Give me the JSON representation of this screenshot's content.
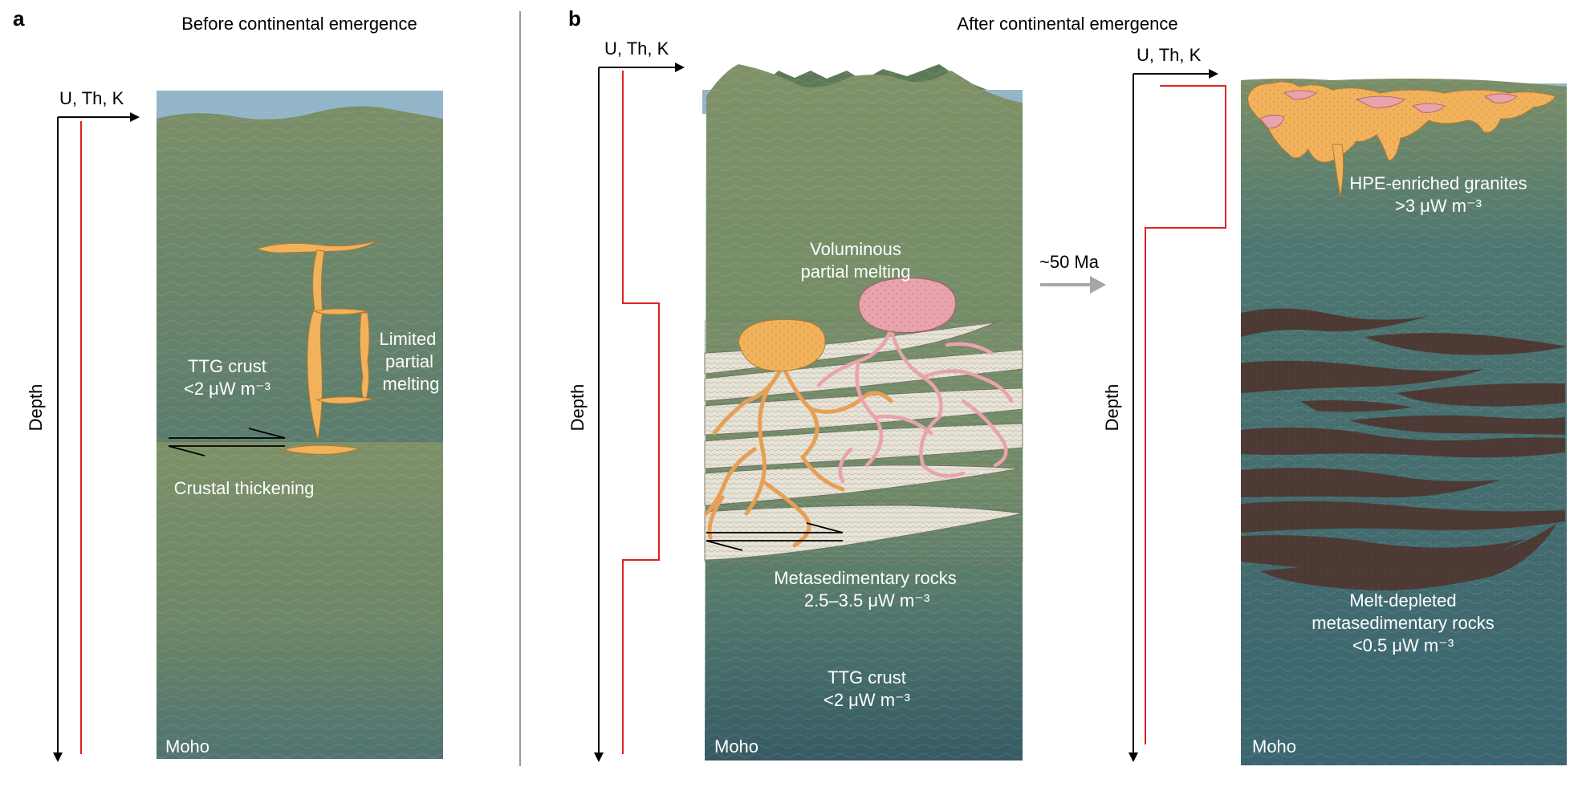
{
  "panel_a": {
    "letter": "a",
    "title": "Before continental emergence",
    "axis_x_label": "U, Th, K",
    "axis_y_label": "Depth",
    "labels": {
      "ttg_line1": "TTG crust",
      "ttg_line2": "<2 μW m⁻³",
      "limited1": "Limited",
      "limited2": "partial",
      "limited3": "melting",
      "thickening": "Crustal thickening",
      "moho": "Moho"
    }
  },
  "panel_b": {
    "letter": "b",
    "title": "After continental emergence",
    "left": {
      "axis_x_label": "U, Th, K",
      "axis_y_label": "Depth",
      "labels": {
        "voluminous1": "Voluminous",
        "voluminous2": "partial melting",
        "meta1": "Metasedimentary rocks",
        "meta2": "2.5–3.5 μW m⁻³",
        "ttg1": "TTG crust",
        "ttg2": "<2 μW m⁻³",
        "moho": "Moho"
      }
    },
    "arrow_label": "~50 Ma",
    "right": {
      "axis_x_label": "U, Th, K",
      "axis_y_label": "Depth",
      "labels": {
        "hpe1": "HPE-enriched granites",
        "hpe2": ">3 μW m⁻³",
        "depleted1": "Melt-depleted",
        "depleted2": "metasedimentary rocks",
        "depleted3": "<0.5 μW m⁻³",
        "moho": "Moho"
      }
    }
  },
  "colors": {
    "crust_green": "#7d9068",
    "crust_teal": "#3f6872",
    "sky": "#93b5c8",
    "melt_orange": "#f2b25c",
    "melt_pink": "#e8a3ad",
    "metased": "#e7e3d6",
    "depleted_dark": "#4e3a35",
    "red_profile": "#e02020",
    "arrow_gray": "#a6a6a6"
  }
}
